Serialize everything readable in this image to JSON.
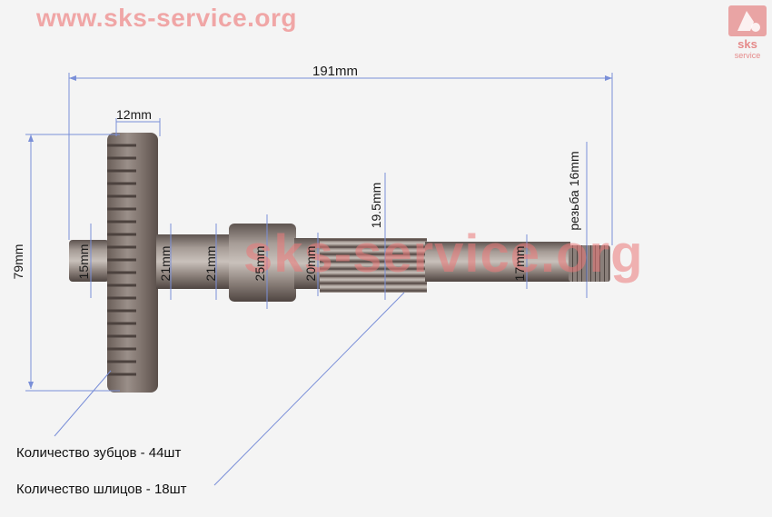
{
  "watermark": {
    "url_text": "www.sks-service.org",
    "overlay_text": "sks-service.org",
    "logo_lines": [
      "sks",
      "service"
    ]
  },
  "dimensions": {
    "total_length": "191mm",
    "gear_width": "12mm",
    "gear_diameter": "79mm",
    "end_diameter": "15mm",
    "hub_diameter": "21mm",
    "shaft_diameter": "21mm",
    "bearing_diameter": "25mm",
    "spline_root_diameter": "20mm",
    "spline_outer_diameter": "19.5mm",
    "thin_shaft_diameter": "17mm",
    "thread": "резьба 16mm"
  },
  "notes": {
    "teeth_count": "Количество зубцов - 44шт",
    "spline_count": "Количество шлицов - 18шт"
  },
  "colors": {
    "background": "#f4f4f4",
    "metal": "#8a7f7a",
    "dimension_line": "#7a8fd8",
    "watermark": "#e88a8a"
  }
}
